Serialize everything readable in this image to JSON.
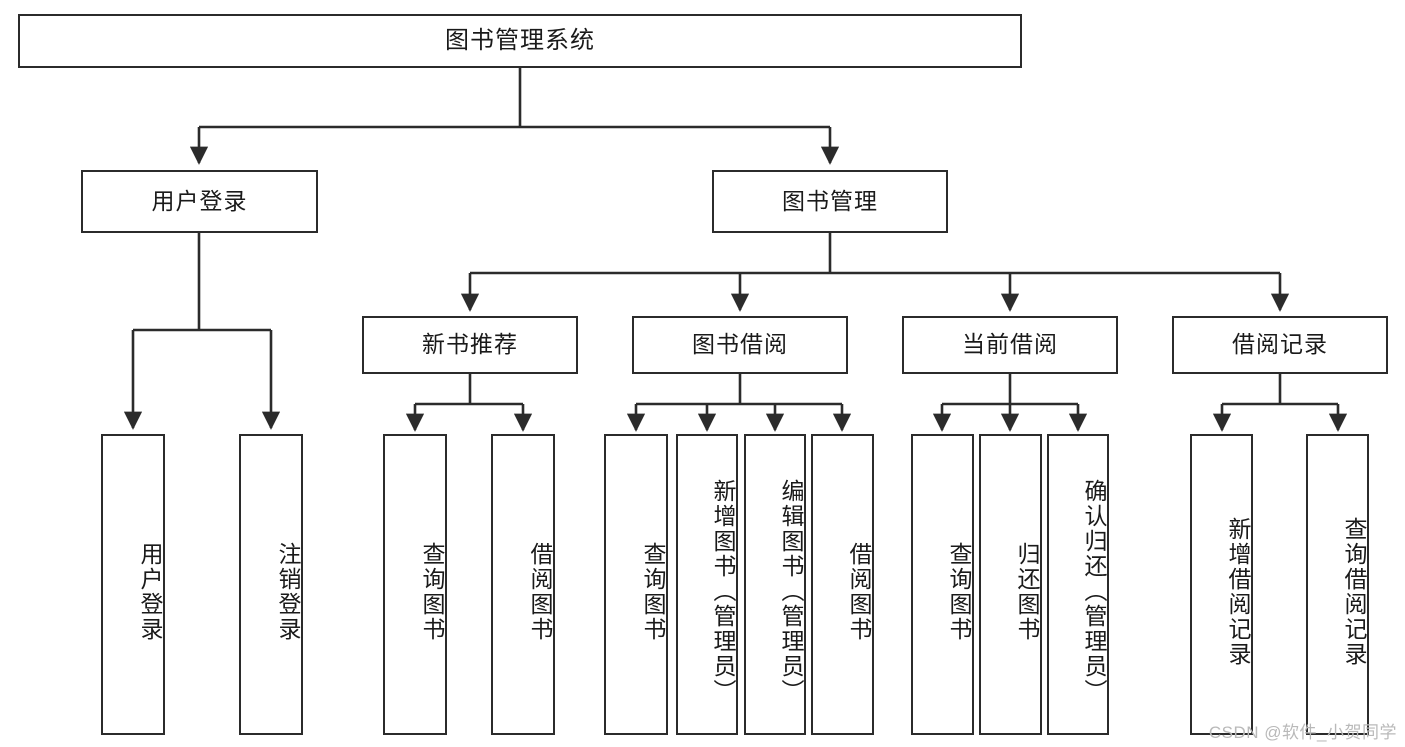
{
  "diagram": {
    "title_node": {
      "label": "图书管理系统"
    },
    "level2": [
      {
        "id": "user-login",
        "label": "用户登录"
      },
      {
        "id": "book-management",
        "label": "图书管理"
      }
    ],
    "level3": [
      {
        "id": "new-book-recommend",
        "label": "新书推荐"
      },
      {
        "id": "book-borrow",
        "label": "图书借阅"
      },
      {
        "id": "current-borrow",
        "label": "当前借阅"
      },
      {
        "id": "borrow-record",
        "label": "借阅记录"
      }
    ],
    "leaves": {
      "user_login": [
        {
          "id": "leaf-user-login",
          "label": "用户登录"
        },
        {
          "id": "leaf-logout-login",
          "label": "注销登录"
        }
      ],
      "new_book_recommend": [
        {
          "id": "leaf-query-books-1",
          "label": "查询图书"
        },
        {
          "id": "leaf-borrow-books-1",
          "label": "借阅图书"
        }
      ],
      "book_borrow": [
        {
          "id": "leaf-query-books-2",
          "label": "查询图书"
        },
        {
          "id": "leaf-add-book-admin",
          "label": "新增图书（管理员）"
        },
        {
          "id": "leaf-edit-book-admin",
          "label": "编辑图书（管理员）"
        },
        {
          "id": "leaf-borrow-books-2",
          "label": "借阅图书"
        }
      ],
      "current_borrow": [
        {
          "id": "leaf-query-books-3",
          "label": "查询图书"
        },
        {
          "id": "leaf-return-books",
          "label": "归还图书"
        },
        {
          "id": "leaf-confirm-return-admin",
          "label": "确认归还（管理员）"
        }
      ],
      "borrow_record": [
        {
          "id": "leaf-add-borrow-record",
          "label": "新增借阅记录"
        },
        {
          "id": "leaf-query-borrow-record",
          "label": "查询借阅记录"
        }
      ]
    }
  },
  "watermark": {
    "text": "CSDN @软件_小贺同学"
  },
  "colors": {
    "stroke": "#2b2b2b",
    "background": "#ffffff",
    "text": "#1a1a1a",
    "watermark": "#b9b9b9"
  }
}
